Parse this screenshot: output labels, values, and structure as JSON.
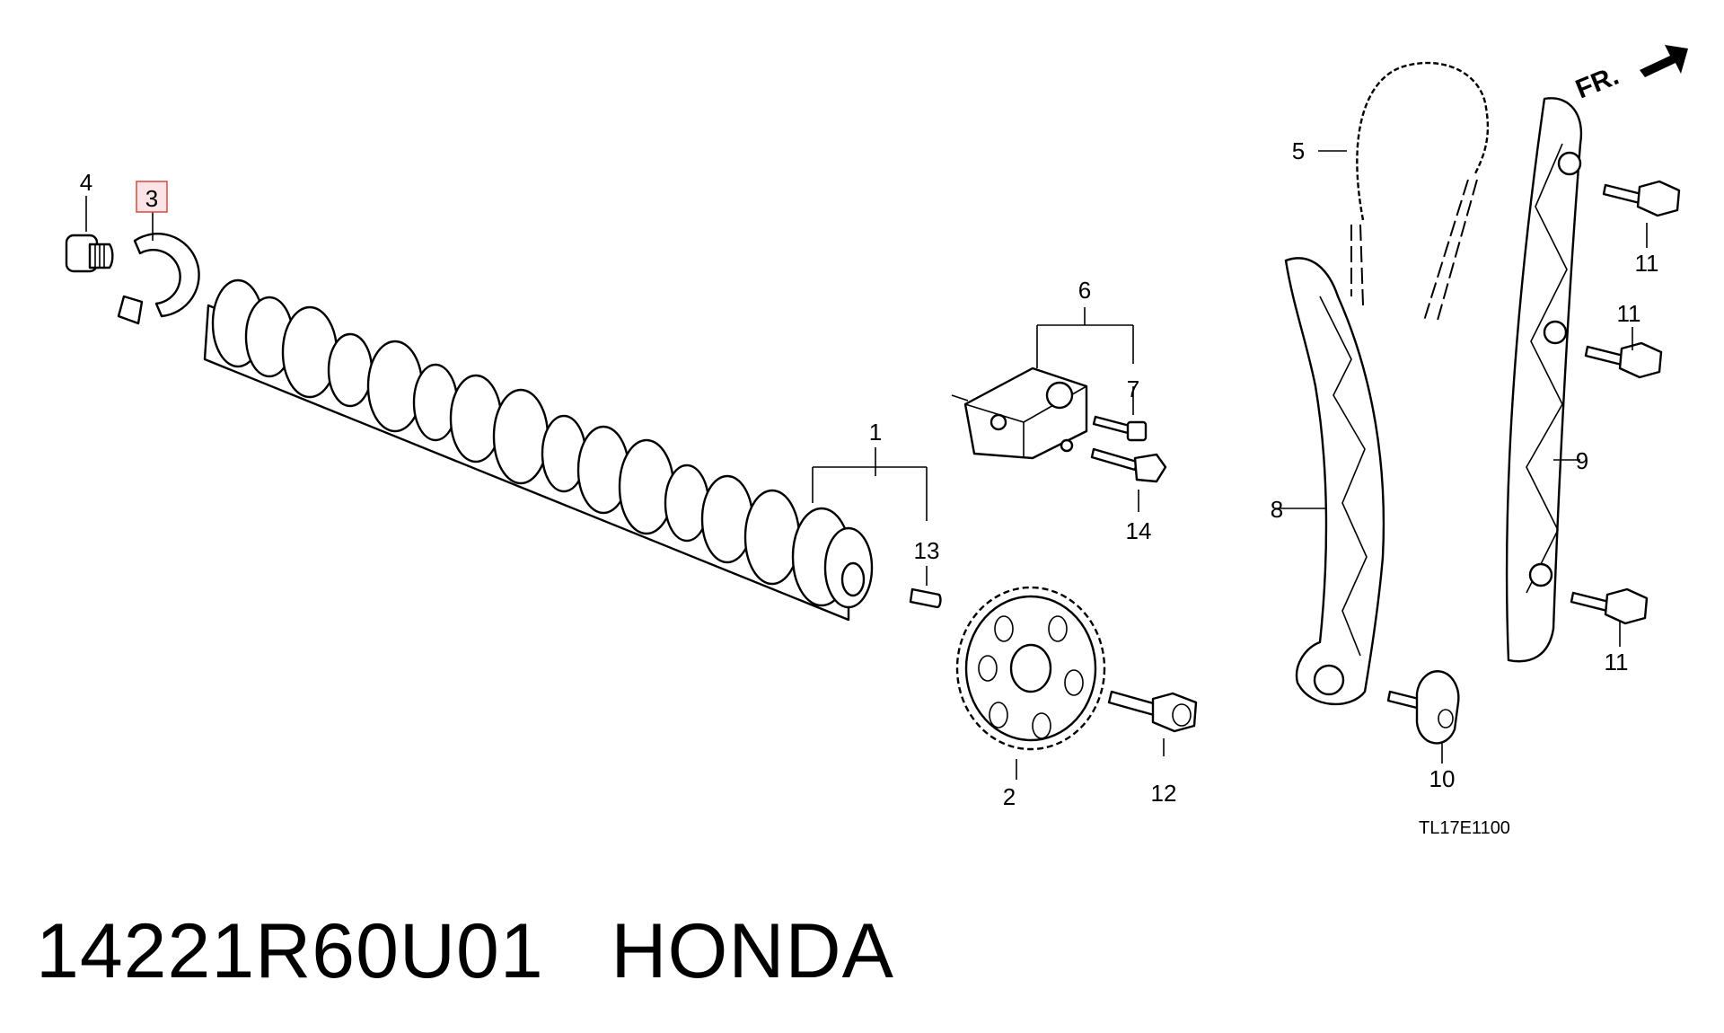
{
  "footer": {
    "part_number": "14221R60U01",
    "brand": "HONDA"
  },
  "diagram_code": "TL17E1100",
  "direction_label": "FR.",
  "callouts": {
    "c1": "1",
    "c2": "2",
    "c3": "3",
    "c4": "4",
    "c5": "5",
    "c6": "6",
    "c7": "7",
    "c8": "8",
    "c9": "9",
    "c10": "10",
    "c11a": "11",
    "c11b": "11",
    "c11c": "11",
    "c12": "12",
    "c13": "13",
    "c14": "14"
  },
  "highlighted_callout": "3"
}
